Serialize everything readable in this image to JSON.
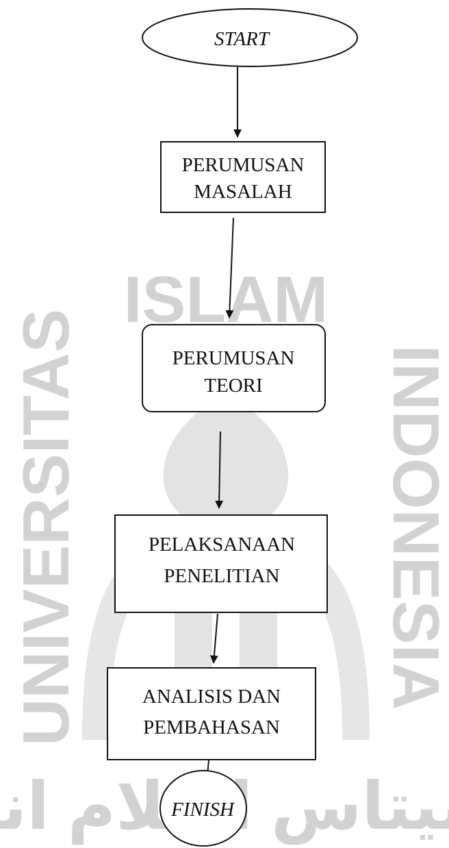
{
  "watermark": {
    "top": "ISLAM",
    "left": "UNIVERSITAS",
    "right": "INDONESIA",
    "bottom": "يونيۏرسيتاس اسلام اندونيسيا"
  },
  "nodes": {
    "start": {
      "label": "START",
      "shape": "ellipse"
    },
    "perumusan_masalah": {
      "lines": [
        "PERUMUSAN",
        "MASALAH"
      ],
      "shape": "rectangle"
    },
    "perumusan_teori": {
      "lines": [
        "PERUMUSAN",
        "TEORI"
      ],
      "shape": "rounded-rectangle"
    },
    "pelaksanaan_penelitian": {
      "lines": [
        "PELAKSANAAN",
        "PENELITIAN"
      ],
      "shape": "rectangle"
    },
    "analisis_pembahasan": {
      "lines": [
        "ANALISIS DAN",
        "PEMBAHASAN"
      ],
      "shape": "rectangle"
    },
    "finish": {
      "label": "FINISH",
      "shape": "circle"
    }
  },
  "colors": {
    "watermark": "#d2d2d2",
    "stroke": "#111111",
    "background": "#ffffff"
  }
}
